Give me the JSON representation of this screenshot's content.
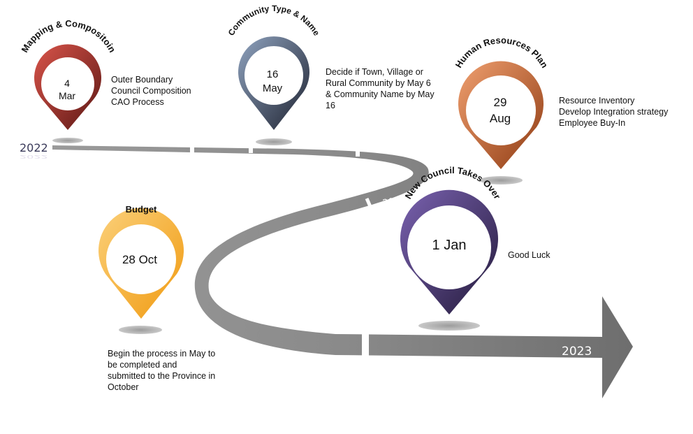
{
  "years": {
    "start": "2022",
    "mid": "2022",
    "end": "2023"
  },
  "milestones": [
    {
      "title": "Mapping & Compositoin",
      "date_line1": "4",
      "date_line2": "Mar",
      "notes": [
        "Outer Boundary",
        "Council Composition",
        "CAO Process"
      ],
      "colors": {
        "light": "#d9544a",
        "dark": "#5b1714"
      }
    },
    {
      "title": "Community Type & Name",
      "date_line1": "16",
      "date_line2": "May",
      "notes": [
        "Decide if Town, Village or",
        "Rural Community by May 6",
        "& Community Name by May",
        "16"
      ],
      "colors": {
        "light": "#8fa3bf",
        "dark": "#1e2230"
      }
    },
    {
      "title": "Human Resources Plan",
      "date_line1": "29",
      "date_line2": "Aug",
      "notes": [
        "Resource Inventory",
        "Develop Integration strategy",
        "Employee Buy-In"
      ],
      "colors": {
        "light": "#f0a070",
        "dark": "#8e3a12"
      }
    },
    {
      "title": "New Council Takes Over",
      "date_line1": "1 Jan",
      "date_line2": "",
      "notes": [
        "Good Luck"
      ],
      "colors": {
        "light": "#7a62b0",
        "dark": "#231a3a"
      }
    },
    {
      "title": "Budget",
      "date_line1": "28 Oct",
      "date_line2": "",
      "notes": [
        "Begin the process in May to",
        "be completed and",
        "submitted to the Province in",
        "October"
      ],
      "colors": {
        "light": "#fbd07a",
        "dark": "#f09a10"
      }
    }
  ]
}
